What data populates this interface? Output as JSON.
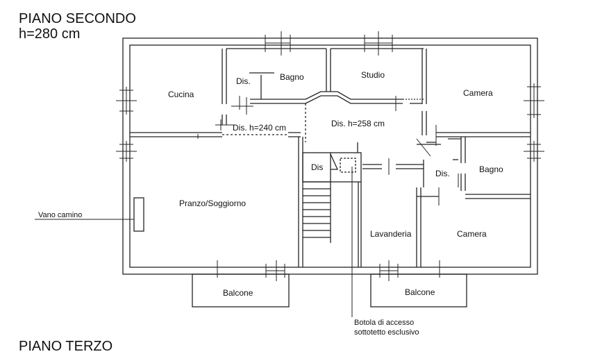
{
  "titles": {
    "floor": "PIANO SECONDO",
    "height": "h=280 cm",
    "next_floor": "PIANO TERZO"
  },
  "rooms": {
    "cucina": "Cucina",
    "dis_top": "Dis.",
    "bagno_top": "Bagno",
    "studio": "Studio",
    "camera_top": "Camera",
    "dis_240": "Dis. h=240 cm",
    "dis_258": "Dis. h=258 cm",
    "dis_stair": "Dis",
    "dis_right": "Dis.",
    "bagno_right": "Bagno",
    "pranzo": "Pranzo/Soggiorno",
    "lavanderia": "Lavanderia",
    "camera_bottom": "Camera",
    "balcone_left": "Balcone",
    "balcone_right": "Balcone"
  },
  "annotations": {
    "vano_camino": "Vano camino",
    "botola_1": "Botola di accesso",
    "botola_2": "sottotetto esclusivo"
  }
}
